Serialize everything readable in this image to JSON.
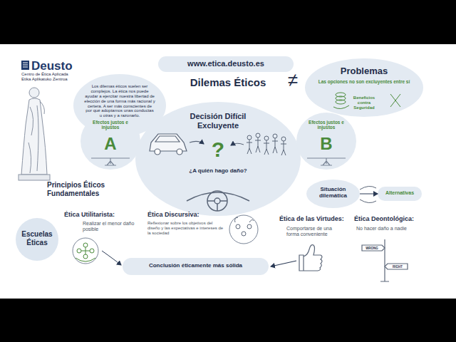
{
  "diagram": {
    "title": "Dilemas Éticos",
    "nodes": [
      {
        "text": [
          "www.etica.deusto.es"
        ]
      },
      {
        "text": [
          "Problemas",
          "Las opciones no son excluyentes entre sí",
          "Beneficios contra Seguridad"
        ]
      },
      {
        "text": [
          "Los dilemas éticos suelen ser complejos. La ética nos puede ayudar a ejercitar nuestra libertad de elección de una forma más racional y certera. A ser más conscientes de por qué adoptamos unas conductas u otras y a razonarlo."
        ]
      },
      {
        "text": [
          "Efectos justos e injustos",
          "A"
        ]
      },
      {
        "text": [
          "Decisión Difícil Excluyente",
          "?",
          "¿A quién hago daño?"
        ]
      },
      {
        "text": [
          "Efectos justos e injustos",
          "B"
        ]
      },
      {
        "text": [
          "Situación dilemática"
        ]
      },
      {
        "text": [
          "Alternativas"
        ]
      },
      {
        "text": [
          "Escuelas Éticas"
        ]
      },
      {
        "text": [
          "Conclusión éticamente más sólida"
        ]
      }
    ],
    "edges": [
      {
        "from": 6,
        "to": 7,
        "arrow": "to"
      }
    ],
    "labels": [
      "Deusto",
      "Centro de Ética Aplicada",
      "Etika Aplikatuko Zentroa",
      "≠",
      "Principios Éticos Fundamentales",
      "Ética Utilitarista:",
      "Realizar el menor daño posible",
      "Ética Discursiva:",
      "Reflexionar sobre los objetivos del diseño y las expectativas e intereses de la sociedad",
      "Ética de las Virtudes:",
      "Comportarse de una forma conveniente",
      "Ética Deontológica:",
      "No hacer daño a nadie",
      "WRONG",
      "RIGHT"
    ]
  }
}
